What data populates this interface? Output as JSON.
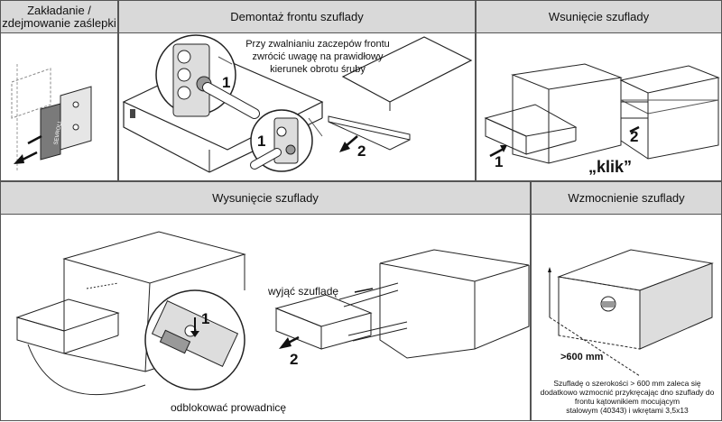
{
  "panels": {
    "install_cap": {
      "title_line1": "Zakładanie /",
      "title_line2": "zdejmowanie zaślepki",
      "brand": "SEVROLL"
    },
    "front_removal": {
      "title": "Demontaż frontu szuflady",
      "note_line1": "Przy zwalnianiu zaczepów frontu",
      "note_line2": "zwrócić uwagę na prawidłowy",
      "note_line3": "kierunek obrotu śruby",
      "step1": "1",
      "step1b": "1",
      "step2": "2"
    },
    "insert": {
      "title": "Wsunięcie szuflady",
      "step1": "1",
      "step2": "2",
      "click": "„klik”"
    },
    "pull_out": {
      "title": "Wysunięcie szuflady",
      "take_out": "wyjąć szufladę",
      "step1": "1",
      "step2": "2",
      "unlock": "odblokować prowadnicę"
    },
    "reinforce": {
      "title": "Wzmocnienie szuflady",
      "dim": ">600 mm",
      "note_line1": "Szufladę o szerokości > 600 mm zaleca się",
      "note_line2": "dodatkowo wzmocnić przykręcając dno szuflady do",
      "note_line3": "frontu kątownikiem mocującym",
      "note_line4": "stalowym (40343) i wkrętami 3,5x13"
    }
  },
  "colors": {
    "header_bg": "#d9d9d9",
    "border": "#555555"
  }
}
